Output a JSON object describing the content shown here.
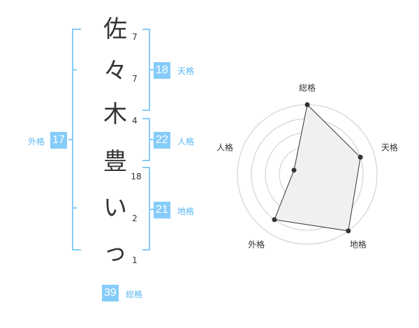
{
  "name_chars": [
    {
      "char": "佐",
      "strokes": "7"
    },
    {
      "char": "々",
      "strokes": "7"
    },
    {
      "char": "木",
      "strokes": "4"
    },
    {
      "char": "豊",
      "strokes": "18"
    },
    {
      "char": "い",
      "strokes": "2"
    },
    {
      "char": "っ",
      "strokes": "1"
    }
  ],
  "kakaku": {
    "tenkaku": {
      "value": "18",
      "label": "天格"
    },
    "jinkaku": {
      "value": "22",
      "label": "人格"
    },
    "chikaku": {
      "value": "21",
      "label": "地格"
    },
    "gaikaku": {
      "value": "17",
      "label": "外格"
    },
    "soukaku": {
      "value": "39",
      "label": "総格"
    }
  },
  "colors": {
    "accent": "#86ccf9",
    "bracket": "#86ccf9",
    "label": "#5ab8f4",
    "text": "#333333"
  },
  "chart_data": {
    "type": "radar",
    "axes": [
      "総格",
      "天格",
      "地格",
      "外格",
      "人格"
    ],
    "values": [
      5,
      4,
      5,
      4,
      1
    ],
    "range": [
      0,
      5
    ],
    "rings": 5
  }
}
